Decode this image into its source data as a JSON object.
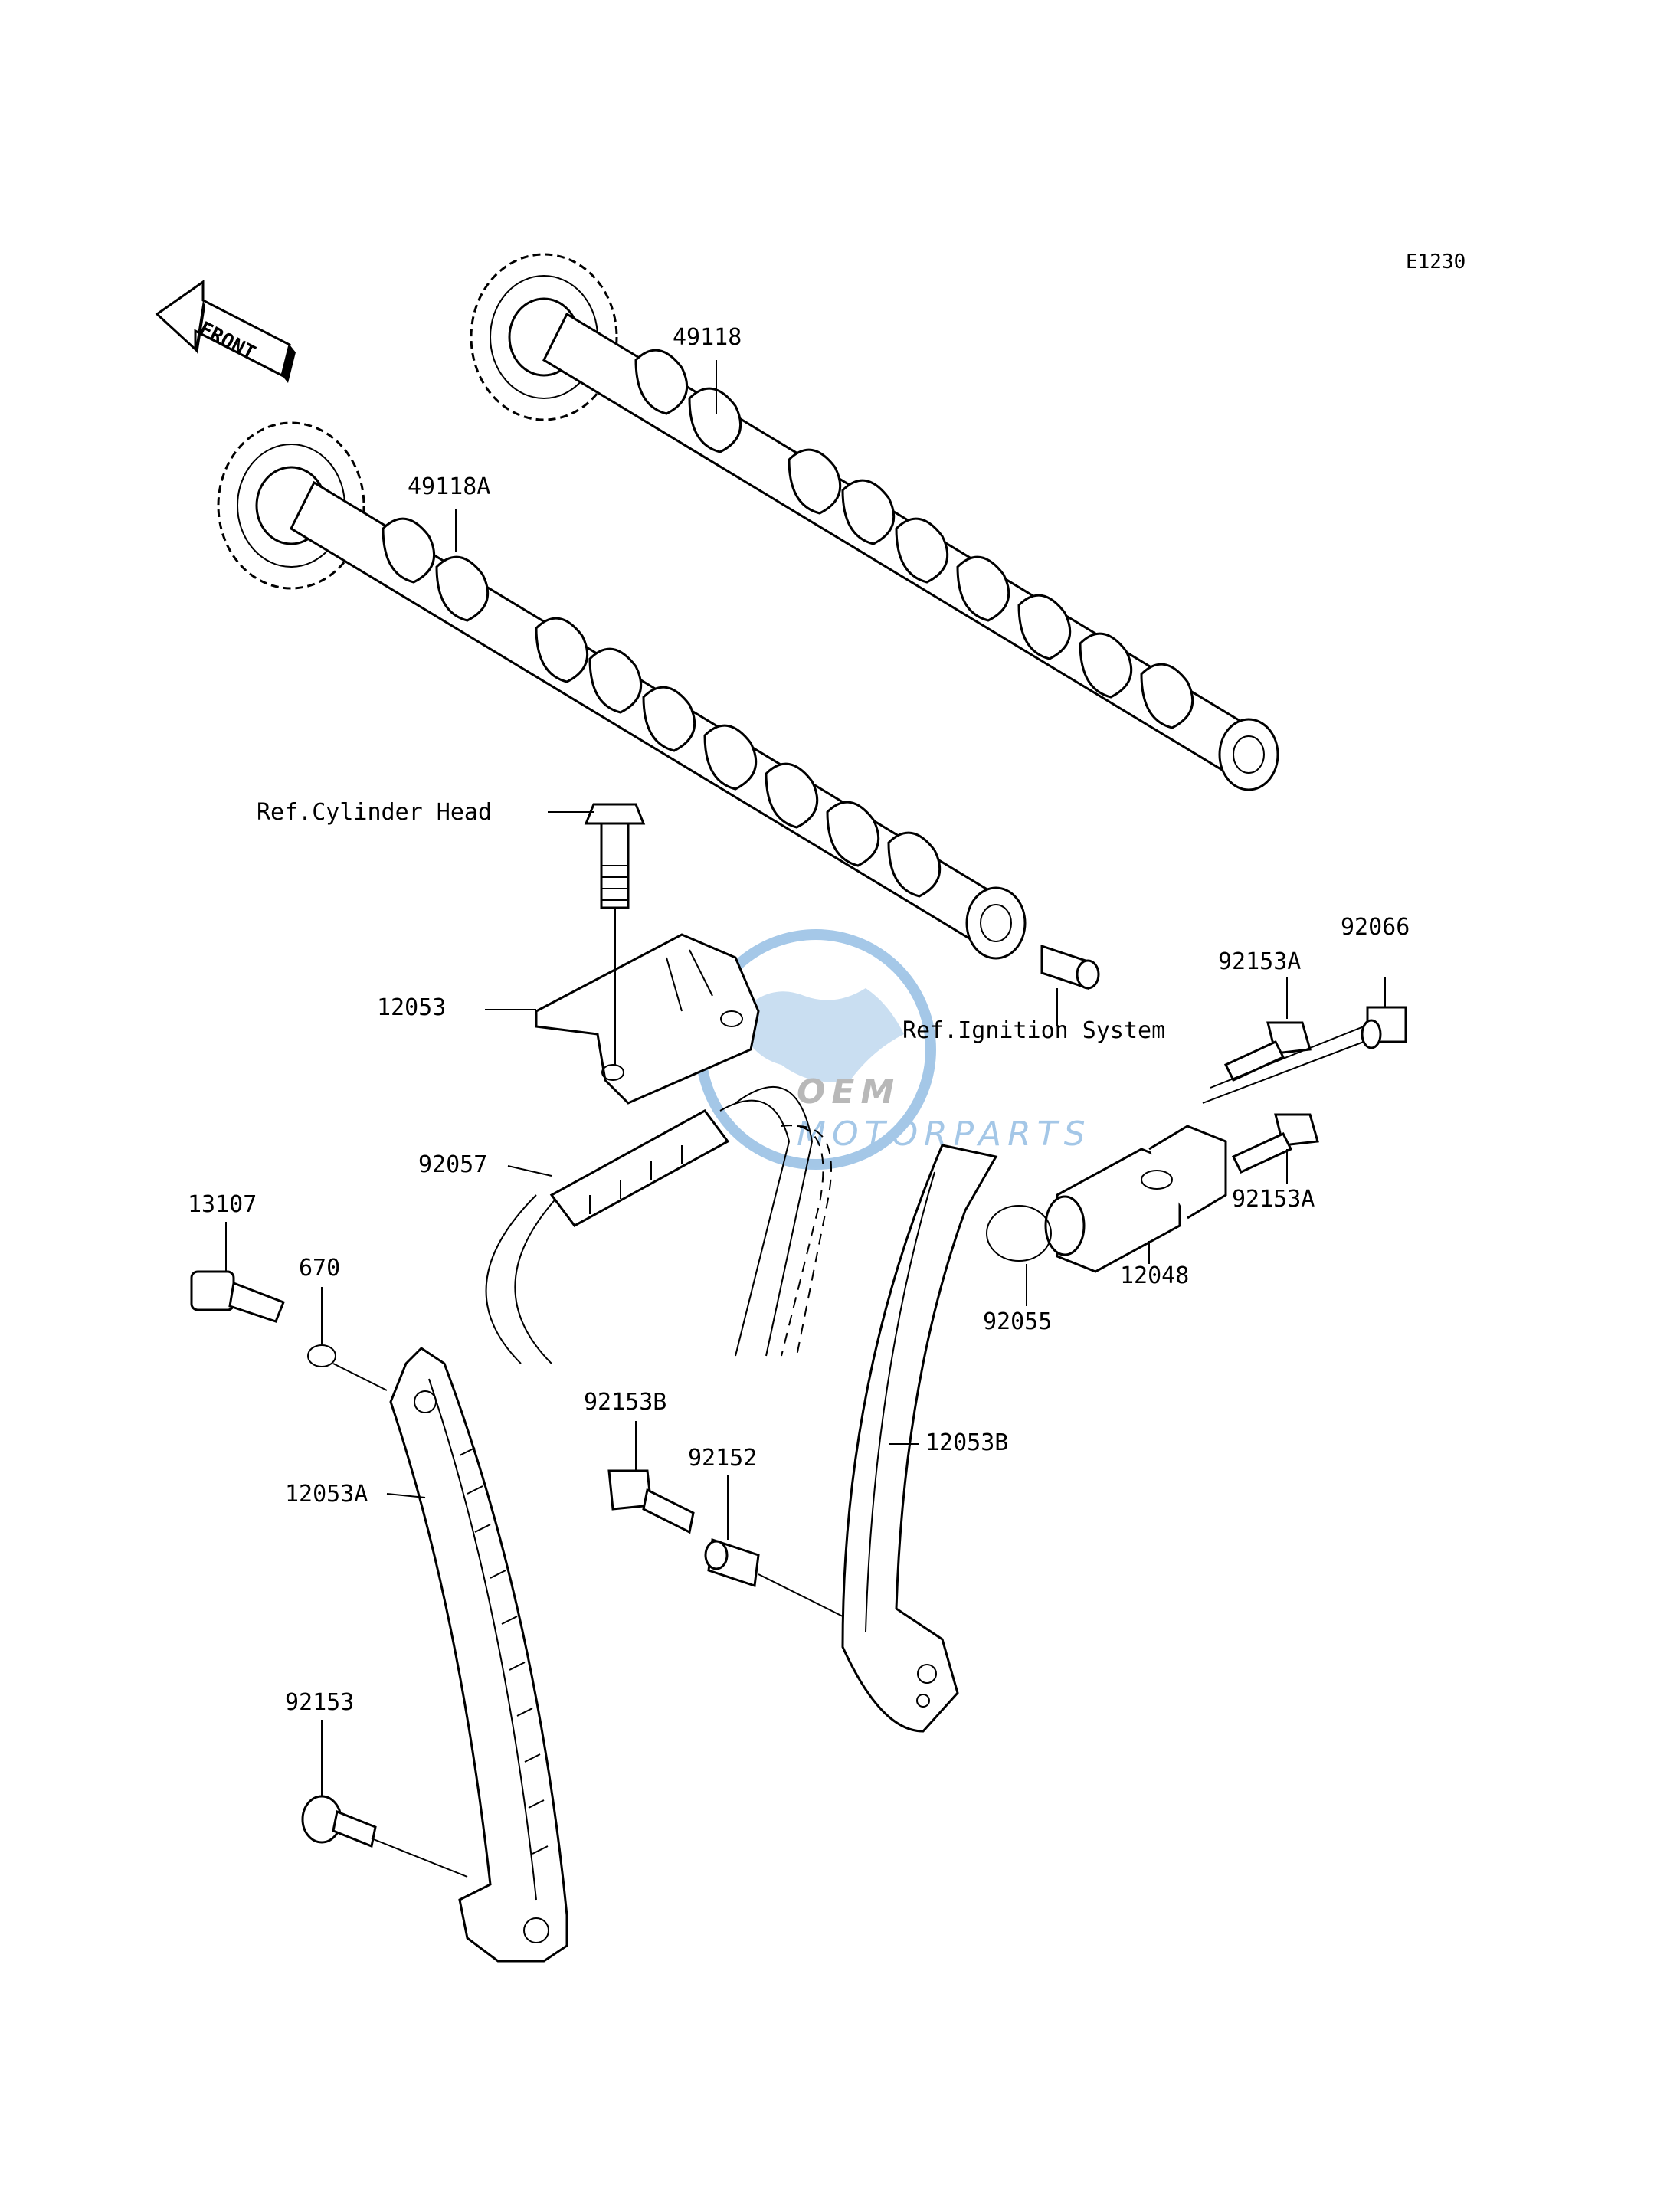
{
  "diagram_code": "E1230",
  "front_marker": "FRONT",
  "watermark": {
    "brand": "OEM",
    "sub": "MOTORPARTS",
    "color_primary": "#5b9bd5",
    "color_secondary": "#7f7f7f"
  },
  "labels": {
    "p49118": "49118",
    "p49118A": "49118A",
    "ref_cylinder_head": "Ref.Cylinder Head",
    "p12053": "12053",
    "ref_ignition": "Ref.Ignition System",
    "p92153A_top": "92153A",
    "p92066": "92066",
    "p92057": "92057",
    "p13107": "13107",
    "p670": "670",
    "p92153A_bottom": "92153A",
    "p12048": "12048",
    "p92055": "92055",
    "p92153B": "92153B",
    "p92152": "92152",
    "p12053B": "12053B",
    "p12053A": "12053A",
    "p92153": "92153"
  }
}
